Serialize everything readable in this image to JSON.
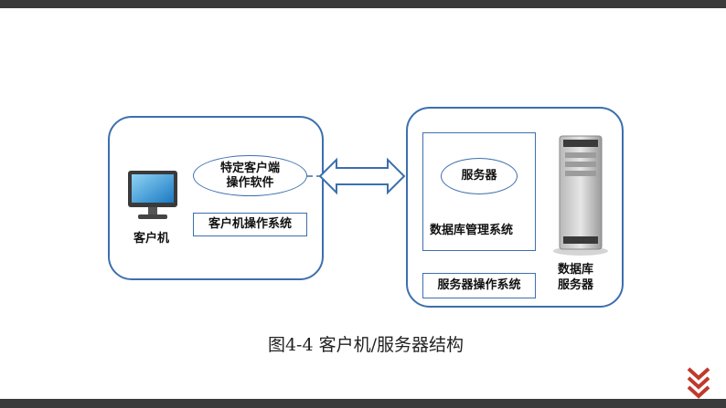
{
  "client": {
    "label": "客户机",
    "software_oval": [
      "特定客户端",
      "操作软件"
    ],
    "os_box": "客户机操作系统"
  },
  "server": {
    "server_oval": "服务器",
    "dbms": "数据库管理系统",
    "os_box": "服务器操作系统",
    "db_server_label": [
      "数据库",
      "服务器"
    ]
  },
  "caption": "图4-4  客户机/服务器结构",
  "colors": {
    "border": "#3c6fae",
    "bar": "#3b3b3b",
    "chevron": "#c0392b"
  },
  "icons": [
    "monitor-icon",
    "server-tower-icon",
    "double-arrow-icon",
    "chevron-down-icon"
  ]
}
